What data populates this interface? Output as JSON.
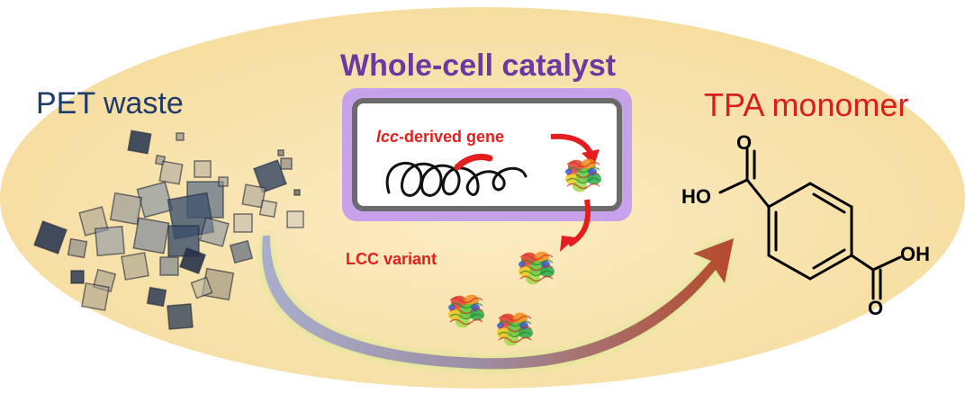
{
  "labels": {
    "pet_waste": "PET waste",
    "whole_cell_catalyst": "Whole-cell catalyst",
    "tpa_monomer": "TPA monomer",
    "gene_italic": "lcc",
    "gene_rest": "-derived  gene",
    "lcc_variant": "LCC variant"
  },
  "molecule": {
    "atoms": {
      "o_top": "O",
      "ho_left": "HO",
      "oh_right": "OH",
      "o_bottom": "O"
    }
  },
  "colors": {
    "background_ellipse": "#f8e2a8",
    "pet_text": "#1f3a6b",
    "catalyst_text": "#6a3aa2",
    "catalyst_frame": "#b892e0",
    "tpa_text": "#d81e1e",
    "gene_text": "#e41e1e",
    "arrow_start": "#9aa0c0",
    "arrow_end": "#b84a2a",
    "arrow_glow": "#b5e07a"
  }
}
